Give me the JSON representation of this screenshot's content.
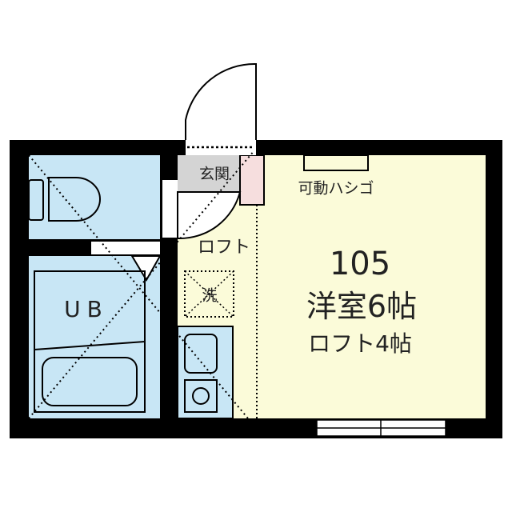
{
  "plan": {
    "unit_number": "105",
    "main_room": "洋室6帖",
    "loft_size": "ロフト4帖",
    "movable_ladder": "可動ハシゴ",
    "loft": "ロフト",
    "entrance": "玄関",
    "unit_bath": "UB",
    "washer": "洗"
  },
  "colors": {
    "wall": "#000000",
    "wet_area": "#c8e6f5",
    "room": "#fbfbd9",
    "entrance": "#d4d4d4"
  }
}
